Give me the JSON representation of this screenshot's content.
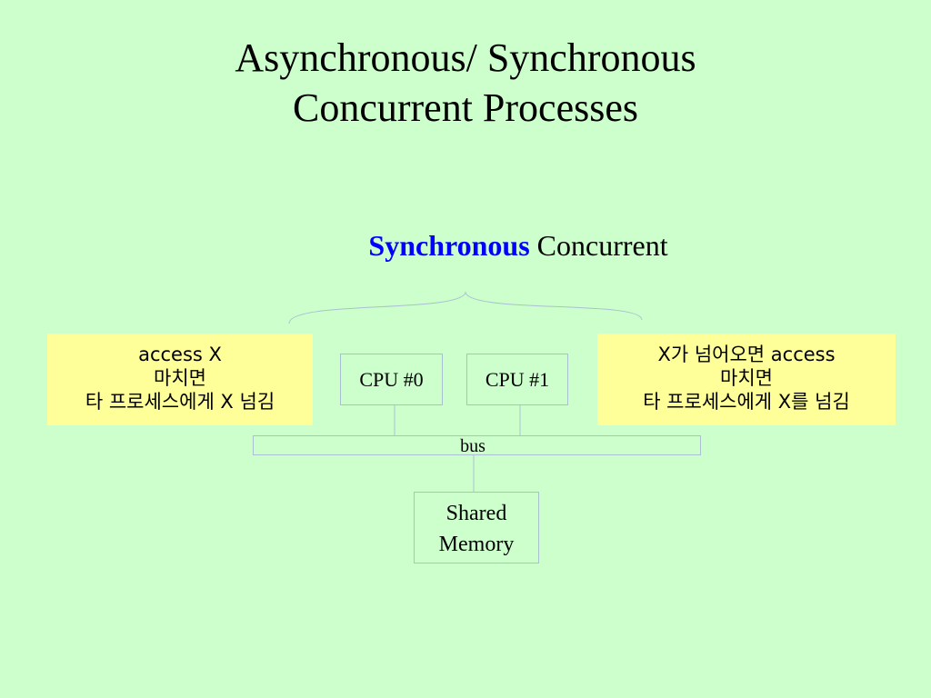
{
  "slide": {
    "title_line1": "Asynchronous/ Synchronous",
    "title_line2": "Concurrent Processes",
    "subtitle_accent": "Synchronous",
    "subtitle_rest": " Concurrent"
  },
  "left_note": {
    "line1": "access X",
    "line2": "마치면",
    "line3": "타 프로세스에게  X 넘김"
  },
  "right_note": {
    "line1": "X가 넘어오면 access",
    "line2": "마치면",
    "line3": "타 프로세스에게  X를  넘김"
  },
  "diagram": {
    "cpu0": "CPU #0",
    "cpu1": "CPU #1",
    "bus": "bus",
    "memory_line1": "Shared",
    "memory_line2": "Memory"
  },
  "colors": {
    "background": "#ccffcc",
    "accent": "#0000ff",
    "note_fill": "#ffff99",
    "box_border": "#aac0d0"
  }
}
